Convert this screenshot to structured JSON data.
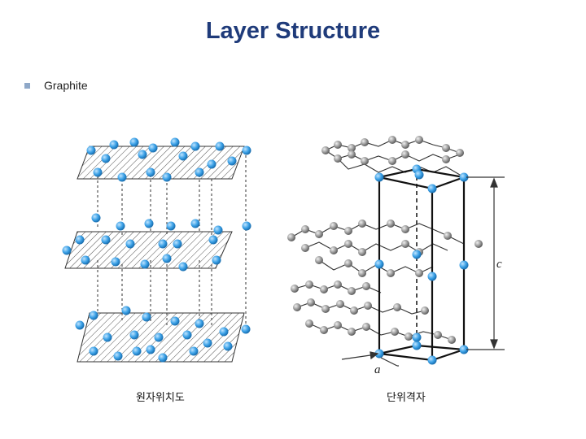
{
  "slide": {
    "title": "Layer Structure",
    "bullet": "Graphite"
  },
  "figure": {
    "left_caption": "원자위치도",
    "right_caption": "단위격자",
    "label_a": "a",
    "label_c": "c",
    "colors": {
      "atom_blue": "#4aa8e8",
      "atom_gray": "#9a9a9a",
      "bond": "#333333",
      "hatch": "#555555"
    }
  }
}
